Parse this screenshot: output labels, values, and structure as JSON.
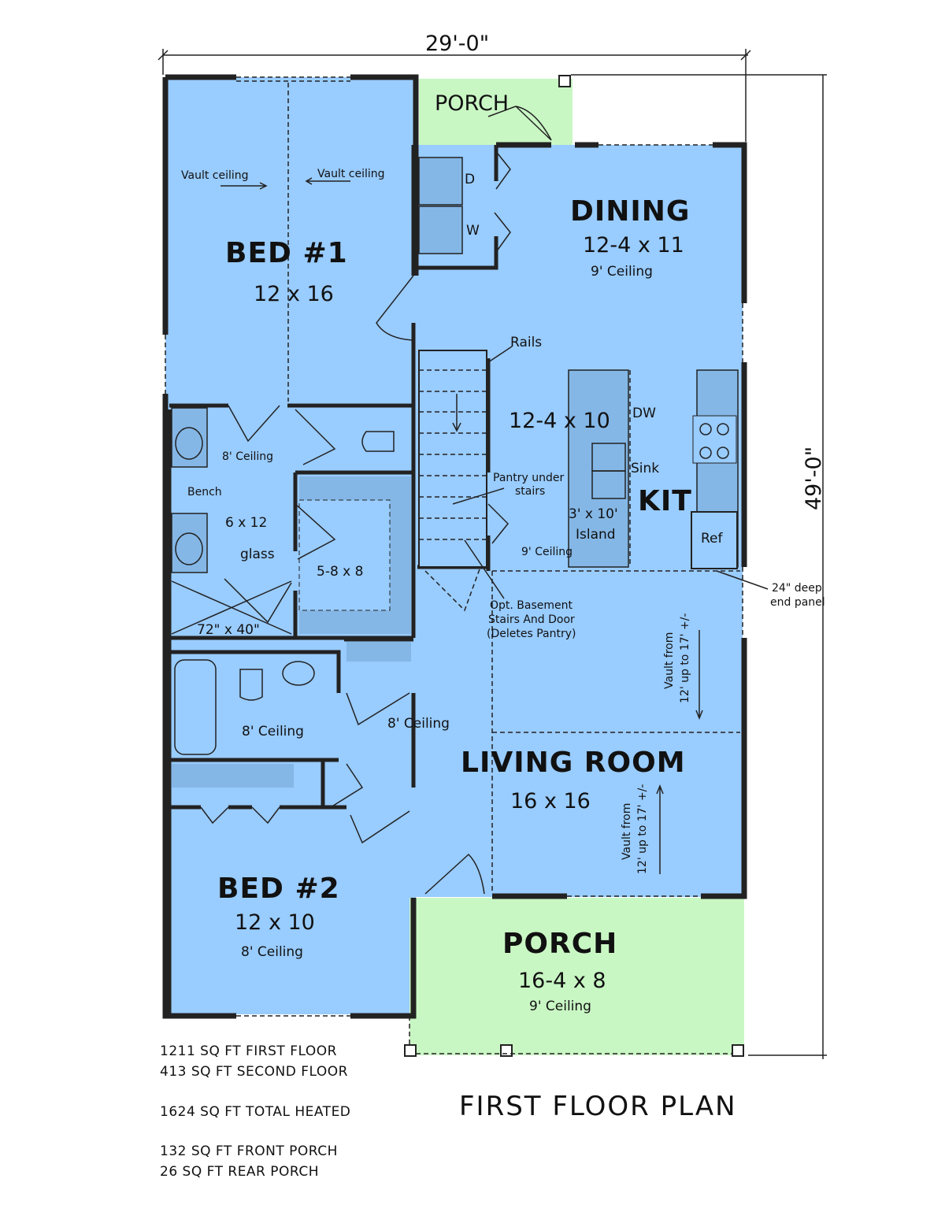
{
  "dimensions": {
    "width": "29'-0\"",
    "depth": "49'-0\""
  },
  "rooms": {
    "rear_porch": {
      "name": "PORCH"
    },
    "bed1": {
      "name": "BED #1",
      "size": "12 x 16",
      "vault_left": "Vault ceiling",
      "vault_right": "Vault ceiling"
    },
    "laundry": {
      "dryer": "D",
      "washer": "W"
    },
    "dining": {
      "name": "DINING",
      "size": "12-4 x 11",
      "ceiling": "9' Ceiling"
    },
    "stairs": {
      "rails": "Rails",
      "pantry": "Pantry under",
      "pantry2": "stairs",
      "opt1": "Opt.  Basement",
      "opt2": "Stairs And Door",
      "opt3": "(Deletes Pantry)"
    },
    "kitchen": {
      "name": "KIT",
      "size": "12-4 x 10",
      "dw": "DW",
      "sink": "Sink",
      "island_size": "3' x 10'",
      "island": "Island",
      "ceiling": "9' Ceiling",
      "ref": "Ref",
      "end_panel1": "24\" deep",
      "end_panel2": "end panel"
    },
    "master_bath": {
      "ceiling": "8' Ceiling",
      "bench": "Bench",
      "size": "6 x 12",
      "glass": "glass",
      "shower": "72\" x 40\""
    },
    "closet": {
      "size": "5-8 x 8"
    },
    "hall_bath": {
      "ceiling": "8' Ceiling"
    },
    "hall": {
      "ceiling": "8' Ceiling"
    },
    "living": {
      "name": "LIVING ROOM",
      "size": "16 x 16",
      "vault_a1": "Vault from",
      "vault_a2": "12' up to 17' +/-",
      "vault_b1": "Vault from",
      "vault_b2": "12' up to 17' +/-"
    },
    "bed2": {
      "name": "BED #2",
      "size": "12 x 10",
      "ceiling": "8' Ceiling"
    },
    "front_porch": {
      "name": "PORCH",
      "size": "16-4 x 8",
      "ceiling": "9' Ceiling"
    }
  },
  "stats": {
    "first": "1211 SQ FT FIRST FLOOR",
    "second": "413 SQ FT SECOND FLOOR",
    "total": "1624 SQ FT TOTAL HEATED",
    "front": "132 SQ FT FRONT PORCH",
    "rear": "26 SQ FT REAR PORCH"
  },
  "title": "FIRST FLOOR PLAN",
  "colors": {
    "room": "#99ccff",
    "porch": "#c9f7c4",
    "wall": "#222222"
  }
}
